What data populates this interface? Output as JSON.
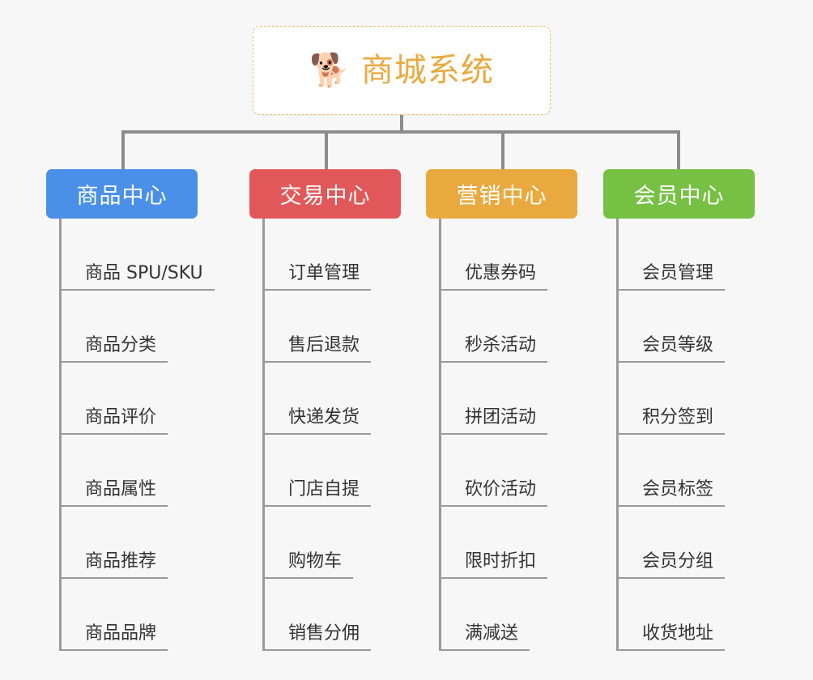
{
  "page": {
    "background": "#f7f7f7",
    "line_color": "#8c8c8c"
  },
  "root": {
    "icon": "shiba-dog-emoji",
    "icon_glyph": "🐕",
    "title": "商城系统",
    "title_color": "#eaa93f",
    "border_color": "#f0c070"
  },
  "columns": [
    {
      "id": "product-center",
      "title": "商品中心",
      "color": "#4a90e8",
      "items": [
        "商品 SPU/SKU",
        "商品分类",
        "商品评价",
        "商品属性",
        "商品推荐",
        "商品品牌"
      ]
    },
    {
      "id": "trade-center",
      "title": "交易中心",
      "color": "#e2585a",
      "items": [
        "订单管理",
        "售后退款",
        "快递发货",
        "门店自提",
        "购物车",
        "销售分佣"
      ]
    },
    {
      "id": "marketing-center",
      "title": "营销中心",
      "color": "#eaa93f",
      "items": [
        "优惠券码",
        "秒杀活动",
        "拼团活动",
        "砍价活动",
        "限时折扣",
        "满减送"
      ]
    },
    {
      "id": "member-center",
      "title": "会员中心",
      "color": "#76c044",
      "items": [
        "会员管理",
        "会员等级",
        "积分签到",
        "会员标签",
        "会员分组",
        "收货地址"
      ]
    }
  ]
}
